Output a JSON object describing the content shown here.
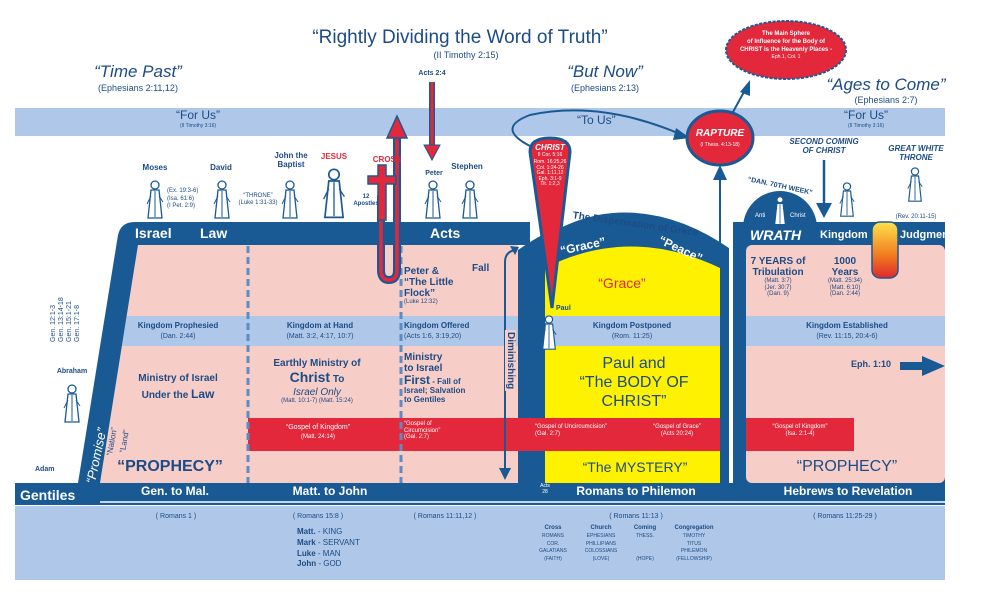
{
  "header": {
    "title": "“Rightly Dividing the Word of Truth”",
    "title_ref": "(II Timothy 2:15)",
    "time_past": "“Time Past”",
    "time_past_ref": "(Ephesians 2:11,12)",
    "but_now": "“But Now”",
    "but_now_ref": "(Ephesians 2:13)",
    "ages_to_come": "“Ages to Come”",
    "ages_to_come_ref": "(Ephesians 2:7)",
    "acts_2_4": "Acts 2:4"
  },
  "bubble": {
    "lines": [
      "The Main Sphere",
      "of Influence for the Body of",
      "CHRIST is the Heavenly Places -"
    ],
    "ref": "Eph.1, Col. 1"
  },
  "top_band": {
    "for_us_left": "“For Us”",
    "for_us_left_ref": "(II Timothy 3:16)",
    "to_us": "“To Us”",
    "for_us_right": "“For Us”",
    "for_us_right_ref": "(II Timothy 3:16)"
  },
  "christ": {
    "label": "CHRIST",
    "ref": "II Cor. 5:16",
    "refs": [
      "Rom. 16:25,26",
      "Col. 1:24-26",
      "Gal. 1:11,12",
      "Eph. 3:1-9",
      "Tit. 1:2,3"
    ]
  },
  "rapture": {
    "label": "RAPTURE",
    "ref": "(I Thess. 4:13-18)"
  },
  "figures": {
    "moses": "Moses",
    "moses_refs": [
      "(Ex. 19:3-6)",
      "(Isa. 61:6)",
      "(I Pet. 2:9)"
    ],
    "david": "David",
    "throne": "“THRONE”",
    "throne_ref": "(Luke 1:31-33)",
    "john_the_baptist": [
      "John the",
      "Baptist"
    ],
    "jesus": "JESUS",
    "apostles": [
      "12",
      "Apostles"
    ],
    "cross": "CROSS",
    "peter": "Peter",
    "stephen": "Stephen",
    "abraham": "Abraham",
    "adam": "Adam",
    "paul": "Paul",
    "second_coming": [
      "SECOND COMING",
      "OF CHRIST"
    ],
    "great_white_throne": [
      "GREAT WHITE",
      "THRONE"
    ],
    "great_white_throne_ref": "(Rev. 20:11-15)",
    "dan_70th_week": "“DAN. 70TH WEEK”",
    "anti": "Anti",
    "christ": "Christ"
  },
  "headers": {
    "israel": "Israel",
    "law": "Law",
    "acts": "Acts",
    "dispensation": "The Dispensation of Grace",
    "grace_arch": "“Grace”",
    "peace_arch": "“Peace”",
    "wrath": "WRATH",
    "kingdom": "Kingdom",
    "judgment": "Judgment"
  },
  "left_side": {
    "gen_refs": [
      "Gen. 12:1-3",
      "Gen. 13:14-18",
      "Gen. 15:1-21",
      "Gen. 17:1-8"
    ],
    "promise": "“Promise”",
    "nation": "“Nation”",
    "land": "“Land”"
  },
  "columns": {
    "law": {
      "kingdom_row": "Kingdom Prophesied",
      "kingdom_ref": "(Dan. 2:44)",
      "ministry": [
        "Ministry of Israel",
        "Under the "
      ],
      "ministry_law": "Law",
      "prophecy": "“PROPHECY”"
    },
    "gospels": {
      "kingdom_row": "Kingdom at Hand",
      "kingdom_ref": "(Matt. 3:2, 4:17, 10:7)",
      "ministry_1": "Earthly Ministry of",
      "ministry_christ": "Christ",
      "ministry_to": " To",
      "ministry_israel": "Israel Only",
      "ministry_ref": "(Matt. 10:1-7) (Matt. 15:24)",
      "gospel": "“Gospel of Kingdom”",
      "gospel_ref": "(Matt. 24:14)"
    },
    "acts": {
      "peter": [
        "Peter &",
        "“The Little",
        "Flock”"
      ],
      "peter_ref": "(Luke 12:32)",
      "kingdom_row": "Kingdom Offered",
      "kingdom_ref": "(Acts 1:6, 3:19,20)",
      "ministry": [
        "Ministry",
        "to Israel"
      ],
      "first": "First",
      "fall_of": " - Fall of",
      "ministry_rest": [
        "Israel; Salvation",
        "to Gentiles"
      ],
      "gospel": [
        "“Gospel of",
        "Circumcision”"
      ],
      "gospel_ref": "(Gal. 2:7)",
      "fall": "Fall",
      "diminishing": "Diminishing"
    },
    "grace": {
      "grace": "“Grace”",
      "kingdom_row": "Kingdom Postponed",
      "kingdom_ref": "(Rom. 11:25)",
      "body": [
        "Paul and",
        "“The BODY OF",
        "CHRIST”"
      ],
      "gospel_uncirc": "“Gospel of Uncircumcision”",
      "gospel_uncirc_ref": "(Gal. 2:7)",
      "gospel_grace": "“Gospel of Grace”",
      "gospel_grace_ref": "(Acts 20:24)",
      "mystery": "“The MYSTERY”"
    },
    "future": {
      "tribulation": [
        "7 YEARS of",
        "Tribulation"
      ],
      "tribulation_refs": [
        "(Matt. 3:7)",
        "(Jer. 30:7)",
        "(Dan. 9)"
      ],
      "millennium": [
        "1000",
        "Years"
      ],
      "millennium_refs": [
        "(Matt. 25:34)",
        "(Matt. 6:10)",
        "(Dan. 2:44)"
      ],
      "kingdom_row": "Kingdom Established",
      "kingdom_ref": "(Rev. 11:15, 20:4-6)",
      "eph": "Eph. 1:10",
      "gospel": "“Gospel of Kingdom”",
      "gospel_ref": "(Isa. 2:1-4)",
      "prophecy": "“PROPHECY”"
    }
  },
  "bottom_band": {
    "gentiles": "Gentiles",
    "gen_mal": "Gen. to Mal.",
    "matt_john": "Matt. to John",
    "acts": "Acts",
    "acts_num": "28",
    "rom_phil": "Romans to Philemon",
    "heb_rev": "Hebrews to Revelation"
  },
  "footer": {
    "romans_1": "( Romans 1 )",
    "romans_15_8": "( Romans 15:8 )",
    "romans_11_11": "( Romans 11:11,12 )",
    "gospels": [
      {
        "book": "Matt.",
        "role": " - KING"
      },
      {
        "book": "Mark",
        "role": " - SERVANT"
      },
      {
        "book": "Luke",
        "role": " - MAN"
      },
      {
        "book": "John",
        "role": " - GOD"
      }
    ],
    "romans_11_13": "( Romans 11:13 )",
    "epistle_groups": [
      {
        "head": "Cross",
        "books": [
          "ROMANS",
          "COR.",
          "GALATIANS"
        ],
        "virtue": "(FAITH)"
      },
      {
        "head": "Church",
        "books": [
          "EPHESIANS",
          "PHILLIPIANS",
          "COLOSSIANS"
        ],
        "virtue": "(LOVE)"
      },
      {
        "head": "Coming",
        "books": [
          "THESS.",
          "",
          ""
        ],
        "virtue": "(HOPE)"
      },
      {
        "head": "Congregation",
        "books": [
          "TIMOTHY",
          "TITUS",
          "PHILEMON"
        ],
        "virtue": "(FELLOWSHIP)"
      }
    ],
    "romans_11_25": "( Romans 11:25-29 )"
  },
  "colors": {
    "dark_blue": "#1a5a94",
    "light_blue": "#afc7e8",
    "pink": "#f7cdc7",
    "red": "#e3283c",
    "yellow": "#fff200",
    "text": "#1c4c86"
  }
}
